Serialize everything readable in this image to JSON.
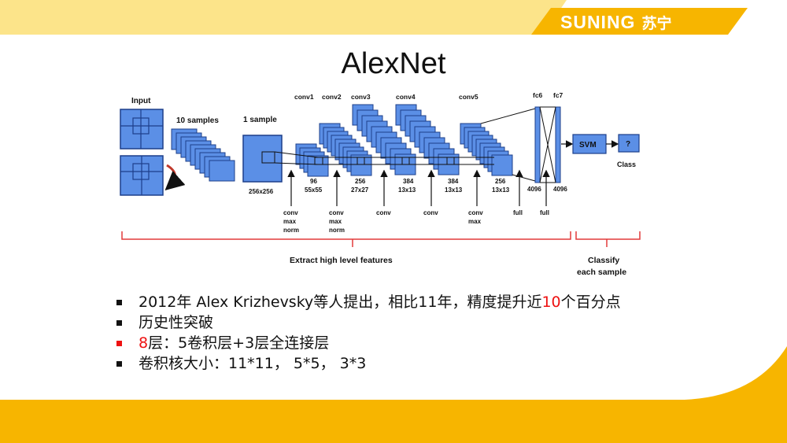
{
  "brand": {
    "name_en": "SUNING",
    "name_cn": "苏宁"
  },
  "colors": {
    "accent_yellow": "#F7B500",
    "light_yellow": "#FCE48A",
    "block_blue": "#5B8FE6",
    "bracket_red": "#E23A3A",
    "highlight_red": "#EE1111"
  },
  "slide": {
    "title": "AlexNet"
  },
  "diagram": {
    "input_label": "Input",
    "ten_samples_label": "10 samples",
    "one_sample_label": "1 sample",
    "layers": [
      {
        "name": "conv1",
        "depth": "96",
        "size": "55x55",
        "op": [
          "conv",
          "max",
          "norm"
        ]
      },
      {
        "name": "conv2",
        "depth": "256",
        "size": "27x27",
        "op": [
          "conv",
          "max",
          "norm"
        ]
      },
      {
        "name": "conv3",
        "depth": "384",
        "size": "13x13",
        "op": [
          "conv"
        ]
      },
      {
        "name": "conv4",
        "depth": "384",
        "size": "13x13",
        "op": [
          "conv"
        ]
      },
      {
        "name": "conv5",
        "depth": "256",
        "size": "13x13",
        "op": [
          "conv",
          "max"
        ]
      }
    ],
    "fc_layers": [
      {
        "name": "fc6",
        "units": "4096",
        "op": "full"
      },
      {
        "name": "fc7",
        "units": "4096",
        "op": "full"
      }
    ],
    "input_size": "256x256",
    "svm_label": "SVM",
    "class_box": "?",
    "class_label": "Class",
    "feature_bracket_label": "Extract high level features",
    "classify_bracket_label": [
      "Classify",
      "each sample"
    ]
  },
  "bullets": [
    {
      "text": "2012年 Alex Krizhevsky等人提出，相比11年，精度提升近",
      "highlight": "10",
      "suffix": "个百分点"
    },
    {
      "text": "历史性突破"
    },
    {
      "highlight": "8",
      "text": "层：5卷积层+3层全连接层"
    },
    {
      "text": "卷积核大小：11*11， 5*5， 3*3"
    }
  ]
}
